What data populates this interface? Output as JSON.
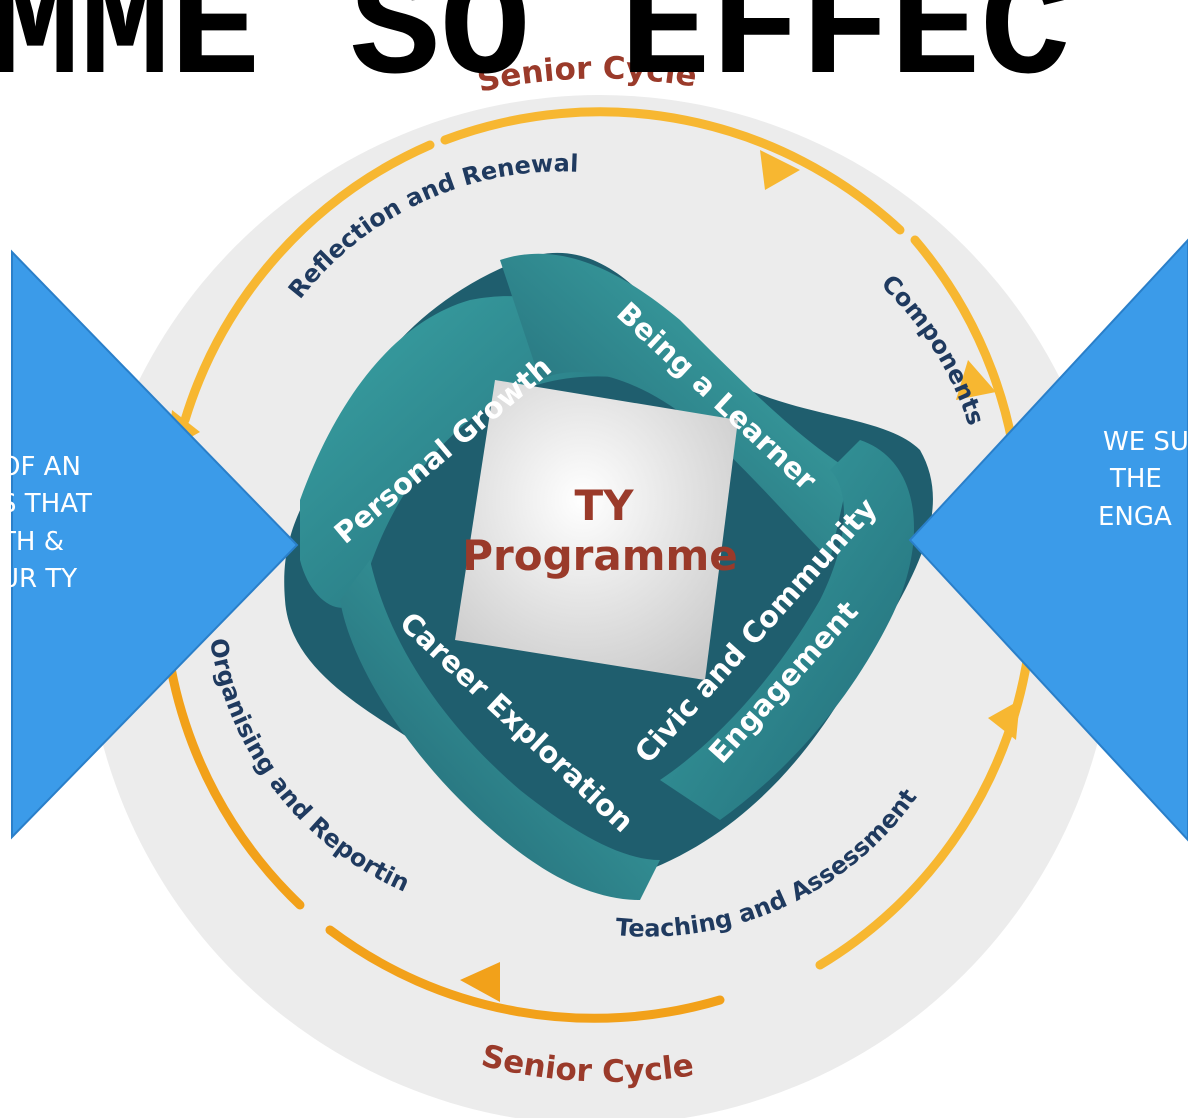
{
  "banner": {
    "text": "MME SO EFFEC"
  },
  "cycle": {
    "top_label": "Senior Cycle",
    "bottom_label": "Senior Cycle",
    "arc_labels": {
      "reflection": "Reflection and Renewal",
      "components": "Components",
      "teaching": "Teaching and Assessment",
      "organising": "Organising and Reporting"
    }
  },
  "center": {
    "line1": "TY",
    "line2": "Programme"
  },
  "bands": {
    "personal_growth": "Personal Growth",
    "being_learner": "Being a Learner",
    "career_exploration": "Career Exploration",
    "civic_line1": "Civic and Community",
    "civic_line2": "Engagement"
  },
  "left_callout": {
    "lines": [
      "OF AN",
      "S THAT",
      "TH &",
      "UR TY"
    ]
  },
  "right_callout": {
    "lines": [
      "WE SU",
      "THE",
      "ENGA"
    ]
  },
  "colors": {
    "teal": "#2f7f86",
    "teal_light": "#3aa3a4",
    "teal_dark": "#1f5e6e",
    "orange": "#f7b731",
    "callout_blue": "#3b9be9",
    "background_circle": "#ececec"
  }
}
